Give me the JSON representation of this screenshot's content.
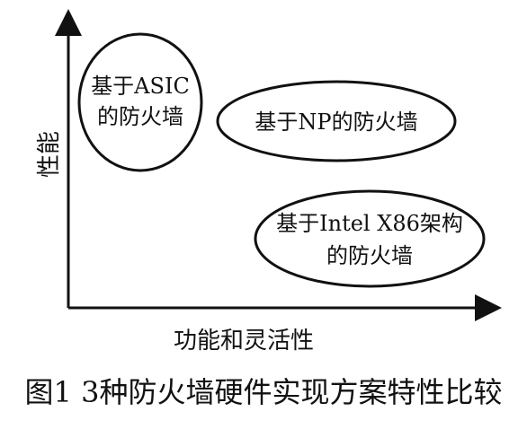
{
  "diagram": {
    "y_axis_label": "性能",
    "x_axis_label": "功能和灵活性",
    "nodes": {
      "asic": {
        "line1": "基于ASIC",
        "line2": "的防火墙"
      },
      "np": {
        "line1": "基于NP的防火墙"
      },
      "intel": {
        "line1": "基于Intel X86架构",
        "line2": "的防火墙"
      }
    },
    "caption": "图1 3种防火墙硬件实现方案特性比较"
  }
}
